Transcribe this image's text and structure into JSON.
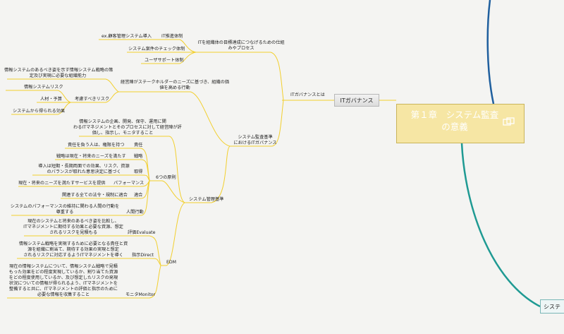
{
  "central": {
    "title_line1": "第１章　システム監査",
    "title_line2": "の意義"
  },
  "main_branch": "ITガバナンス",
  "right_node": "システ",
  "it_gov_label": "ITガバナンスとは",
  "branch_a": {
    "title": "ITを組織体の目標達成につなげるための仕組みやプロセス",
    "title_line1": "ITを組織体の目標達成につなげるための仕組",
    "title_line2": "みやプロセス",
    "promote": "IT推進体制",
    "promote_example": "ex.顧客管理システム導入",
    "check": "システム案件のチェック体制",
    "support": "ユーザサポート体制"
  },
  "branch_b": {
    "title_line1": "システム監査基準",
    "title_line2": "におけるITガバナンス",
    "mgmt_role_line1": "経営陣がステークホルダーのニーズに基づき、組織の価",
    "mgmt_role_line2": "値を高める行動",
    "ability_line1": "情報システムのあるべき姿を示す情報システム戦略の策",
    "ability_line2": "定及び実現に必要な組織能力",
    "risk_title": "考慮すべきリスク",
    "risk_items": [
      "情報システムリスク",
      "人材・予算",
      "システムから得られる効果"
    ]
  },
  "branch_c": {
    "title": "システム管理基準",
    "six_principles": "6つの原則",
    "intro_line1": "情報システムの企画、開発、保守、運用に関",
    "intro_line2": "わるITマネジメントとそのプロセスに対して経営陣が評",
    "intro_line3": "価し、指示し、モニタすること",
    "principles": [
      {
        "name": "責任",
        "desc": [
          "責任を負う人は、権限を持つ"
        ]
      },
      {
        "name": "戦略",
        "desc": [
          "戦略は現在・将来のニーズを満たす"
        ]
      },
      {
        "name": "取得",
        "desc": [
          "導入は短期・長期両面での効果、リスク、資源",
          "のバランスが取れた意思決定に基づく"
        ]
      },
      {
        "name": "パフォーマンス",
        "desc": [
          "現在・将来のニーズを満たすサービスを提供"
        ]
      },
      {
        "name": "適合",
        "desc": [
          "関連する全ての法令・規制に適合"
        ]
      },
      {
        "name": "人間行動",
        "desc": [
          "システムのパフォーマンスの維持に関わる人間の行動を",
          "尊重する"
        ]
      }
    ],
    "edm": "EDM",
    "edm_items": [
      {
        "name": "評価Evaluate",
        "desc": [
          "現在のシステムと将来のあるべき姿を比較し、",
          "ITマネジメントに期待する効果と必要な資源、想定",
          "されるリスクを見積もる"
        ]
      },
      {
        "name": "指示Direct",
        "desc": [
          "情報システム戦略を実現するために必要となる責任と資",
          "源を組織に割当て、期待する効果の実現と想定",
          "されるリスクに対応するようITマネジメントを導く"
        ]
      },
      {
        "name": "モニタMonitor",
        "desc": [
          "現在の情報システムについて、情報システム戦略で見積",
          "もった効果をどの程度実現しているか、割り当てた資源",
          "をどの程度使用しているか、及び想定したリスクの発現",
          "状況についての情報が得られるよう、ITマネジメントを",
          "整備すると共に、ITマネジメントの評価と指示のために",
          "必要な情報を収集すること"
        ]
      }
    ]
  },
  "colors": {
    "branch": "#f2cf2e",
    "central_fill": "#f6e6a4",
    "curve_blue": "#1f5f9e",
    "curve_teal": "#1f9a93"
  }
}
